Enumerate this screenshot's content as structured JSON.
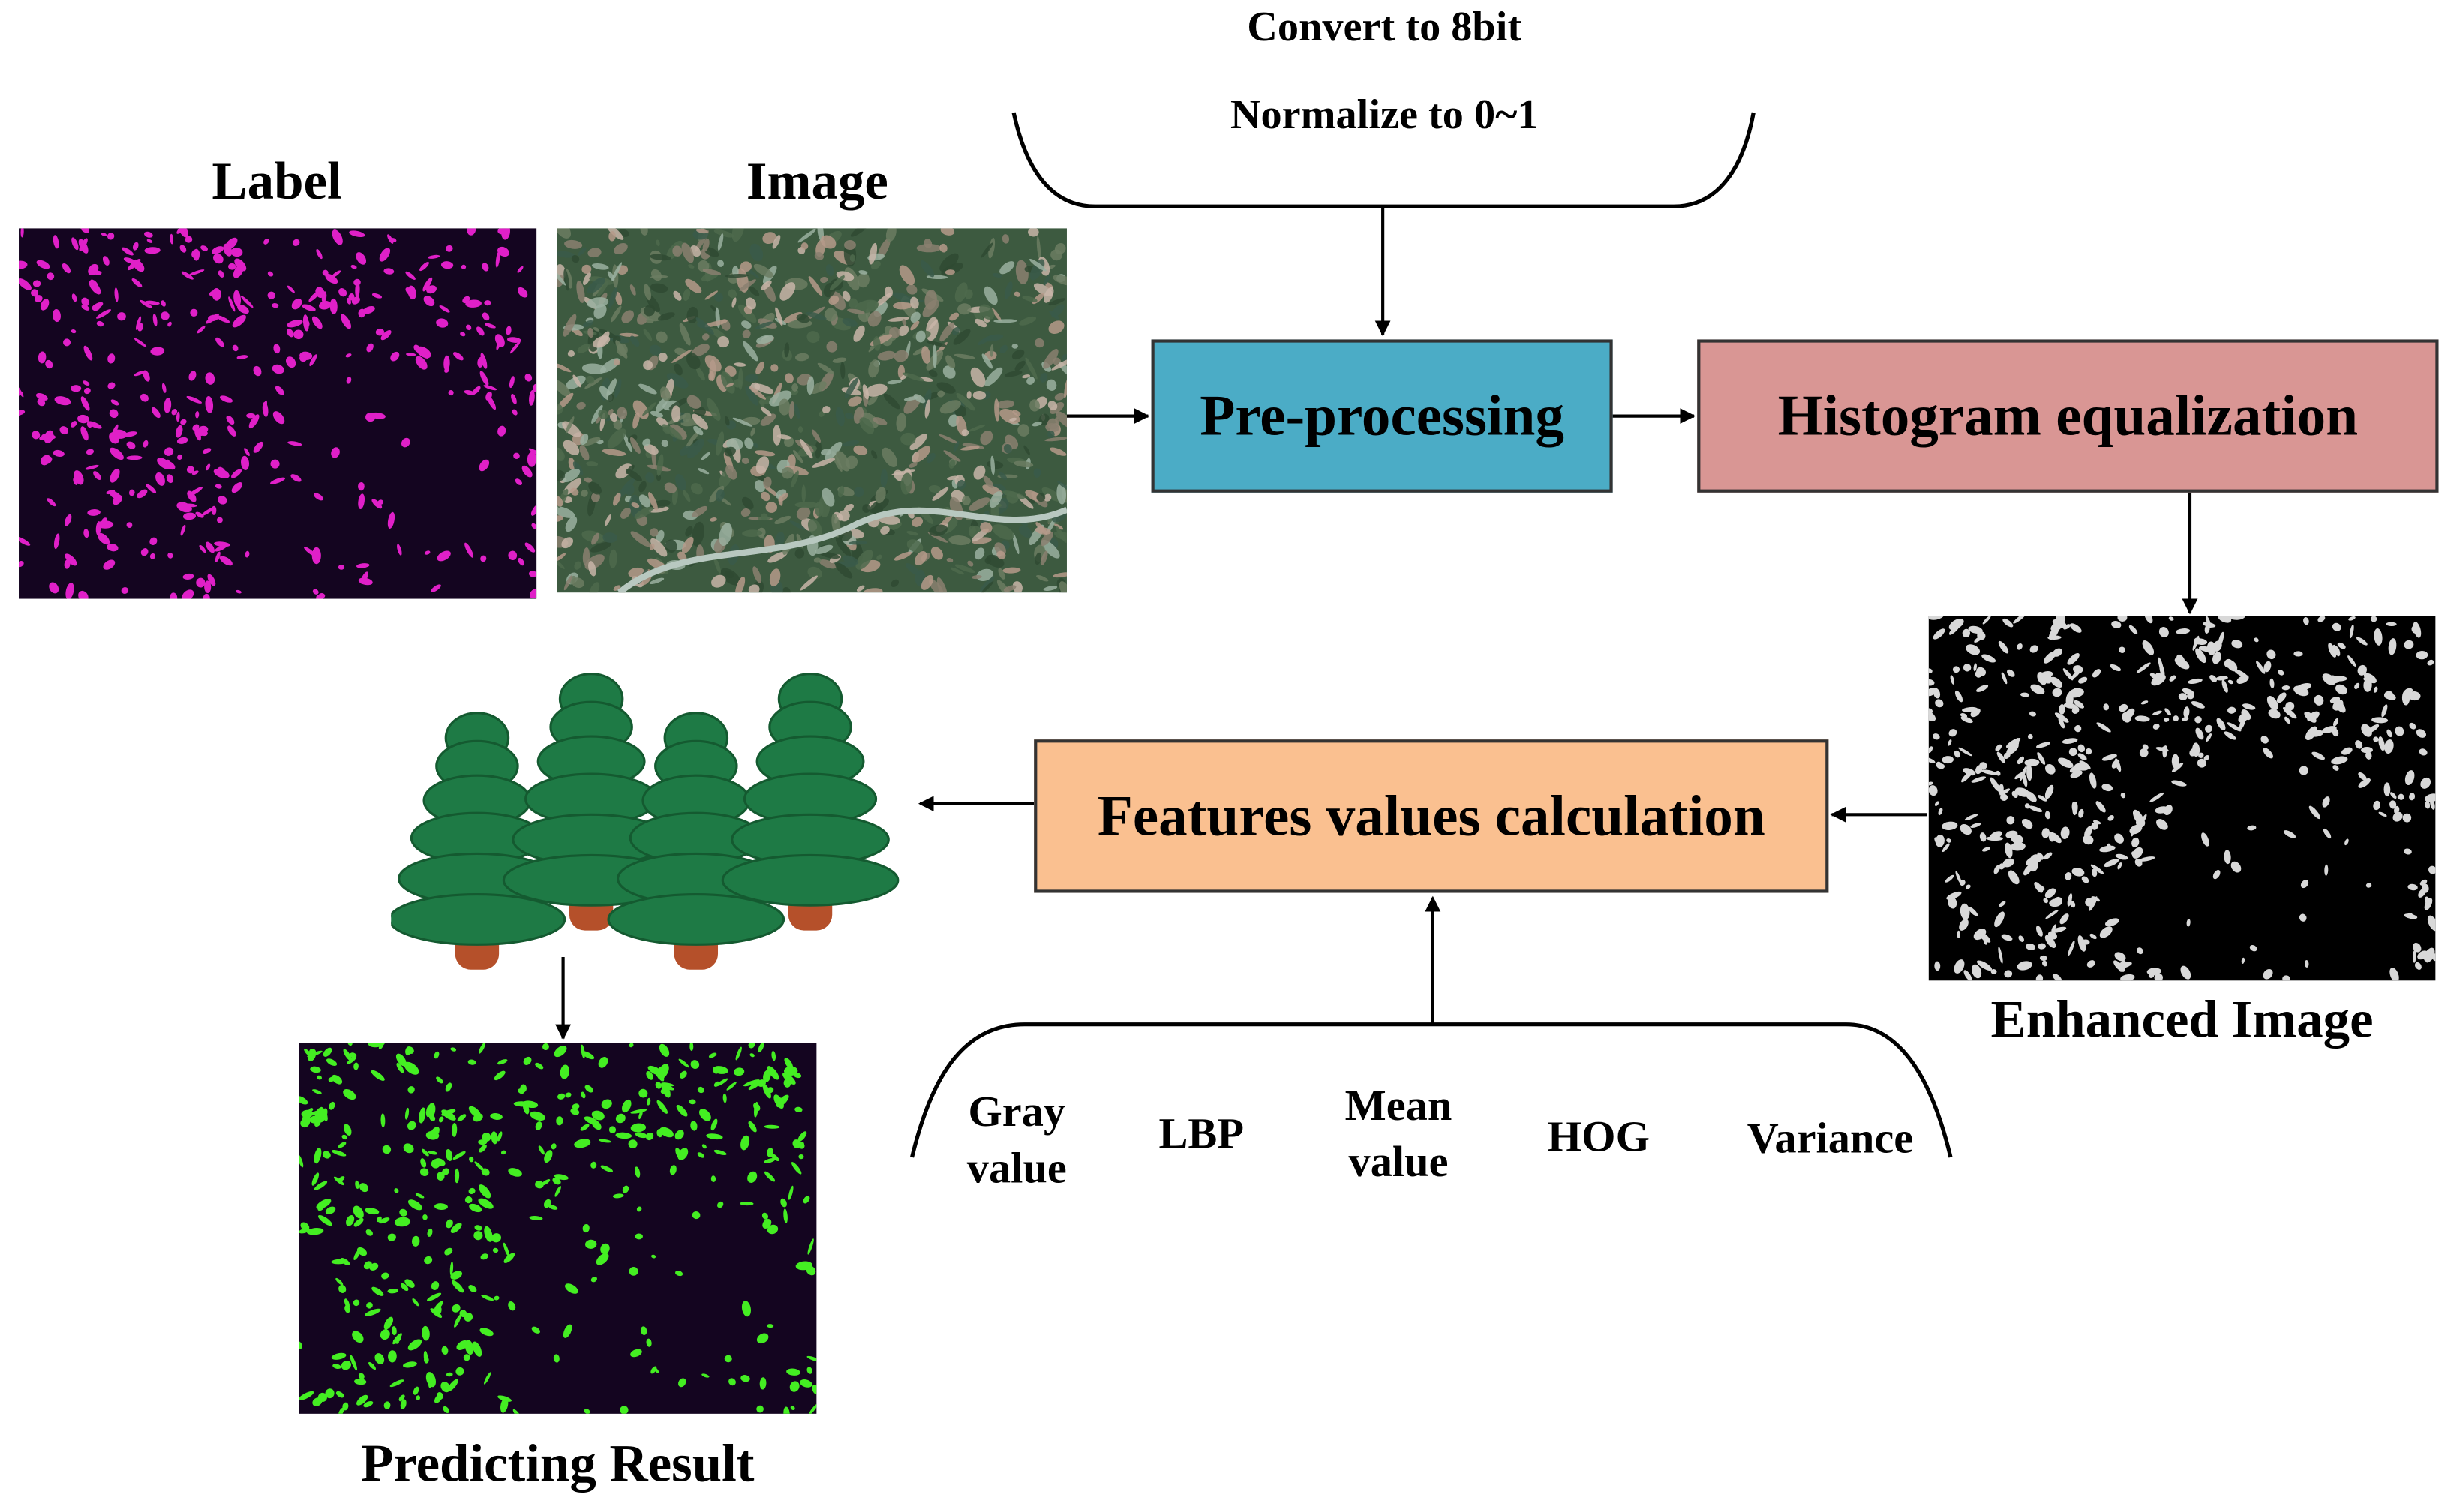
{
  "preprocess_notes": [
    "Convert to  8bit",
    "Normalize to 0~1"
  ],
  "labels": {
    "label": "Label",
    "image": "Image",
    "enhanced": "Enhanced Image",
    "predicting": "Predicting Result"
  },
  "boxes": {
    "preprocessing": "Pre-processing",
    "histogram": "Histogram equalization",
    "features": "Features values calculation"
  },
  "features": [
    {
      "line1": "Gray",
      "line2": "value"
    },
    {
      "line1": "LBP",
      "line2": ""
    },
    {
      "line1": "Mean",
      "line2": "value"
    },
    {
      "line1": "HOG",
      "line2": ""
    },
    {
      "line1": "Variance",
      "line2": ""
    }
  ],
  "colors": {
    "preprocessing_fill": "#4bacc6",
    "histogram_fill": "#d99694",
    "features_fill": "#fac090",
    "label_mask": "#e020c8",
    "predict_mask": "#44ee22",
    "mask_bg": "#140520",
    "tree_foliage": "#1e7a45",
    "tree_trunk": "#b5502a"
  },
  "icons": [
    "forest-classifier-icon"
  ]
}
